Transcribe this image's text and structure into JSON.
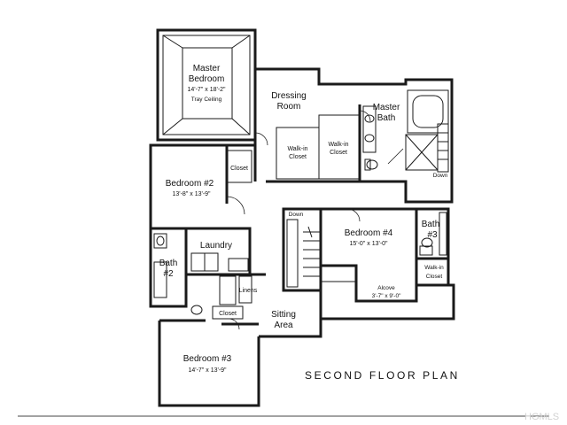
{
  "plan": {
    "title": "SECOND FLOOR PLAN",
    "watermark": "HGMLS"
  },
  "rooms": {
    "master_bedroom": {
      "name_line1": "Master",
      "name_line2": "Bedroom",
      "dims": "14'-7\" x 18'-2\"",
      "note": "Tray Ceiling"
    },
    "dressing_room": {
      "name_line1": "Dressing",
      "name_line2": "Room"
    },
    "master_bath": {
      "name_line1": "Master",
      "name_line2": "Bath"
    },
    "walk_in_closet_1": {
      "name_line1": "Walk-in",
      "name_line2": "Closet"
    },
    "walk_in_closet_2": {
      "name_line1": "Walk-in",
      "name_line2": "Closet"
    },
    "bedroom_2": {
      "name": "Bedroom #2",
      "dims": "13'-8\" x 13'-9\""
    },
    "closet_bedroom_2": {
      "name": "Closet"
    },
    "laundry": {
      "name": "Laundry"
    },
    "bath_2": {
      "name_line1": "Bath",
      "name_line2": "#2"
    },
    "linens": {
      "name": "Linens"
    },
    "closet_hall": {
      "name": "Closet"
    },
    "bedroom_3": {
      "name": "Bedroom #3",
      "dims": "14'-7\" x 13'-9\""
    },
    "sitting_area": {
      "name_line1": "Sitting",
      "name_line2": "Area"
    },
    "bedroom_4": {
      "name": "Bedroom #4",
      "dims": "15'-0\" x 13'-0\""
    },
    "alcove": {
      "name": "Alcove",
      "dims": "3'-7\" x 9'-0\""
    },
    "bath_3": {
      "name_line1": "Bath",
      "name_line2": "#3"
    },
    "walk_in_closet_3": {
      "name_line1": "Walk-in",
      "name_line2": "Closet"
    }
  },
  "stairs": {
    "down_right": "Down",
    "down_center": "Down"
  }
}
